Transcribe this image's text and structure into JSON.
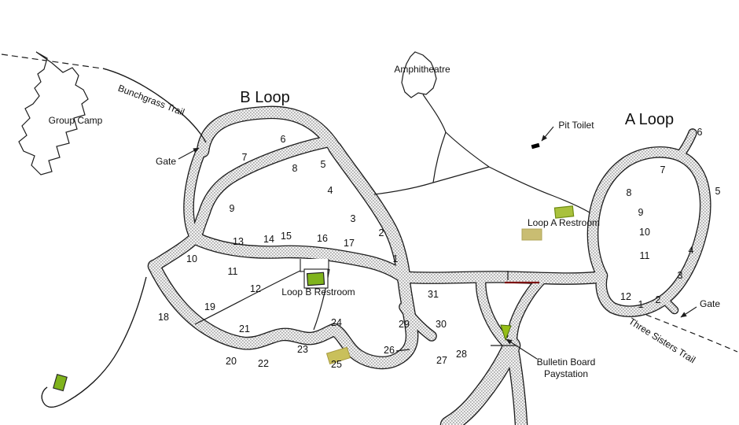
{
  "titles": {
    "b_loop": "B Loop",
    "a_loop": "A Loop"
  },
  "labels": {
    "group_camp": "Group Camp",
    "bunchgrass_trail": "Bunchgrass Trail",
    "three_sisters_trail": "Three Sisters Trail",
    "amphitheatre": "Amphitheatre",
    "pit_toilet": "Pit Toilet",
    "gate_b": "Gate",
    "gate_a": "Gate",
    "loop_a_restroom": "Loop A Restroom",
    "loop_b_restroom": "Loop B Restroom",
    "bulletin_line1": "Bulletin Board",
    "bulletin_line2": "Paystation"
  },
  "sites_b": [
    "1",
    "2",
    "3",
    "4",
    "5",
    "6",
    "7",
    "8",
    "9",
    "10",
    "11",
    "12",
    "13",
    "14",
    "15",
    "16",
    "17",
    "18",
    "19",
    "20",
    "21",
    "22",
    "23",
    "24",
    "25",
    "26",
    "27",
    "28",
    "29",
    "30",
    "31"
  ],
  "sites_a": [
    "1",
    "2",
    "3",
    "4",
    "5",
    "6",
    "7",
    "8",
    "9",
    "10",
    "11",
    "12"
  ],
  "icons": {
    "restroom_marker": "green-building-icon",
    "bulletin_marker": "green-triangle-icon",
    "pit_toilet_marker": "black-bar-icon",
    "gate_marker": "arrow-icon"
  },
  "colors": {
    "restroom_green": "#7fb31c",
    "loop_a_restroom_green": "#a9c13c",
    "bulletin_green": "#96be17",
    "structure_tan": "#c9bd72",
    "structure_yellow": "#c9c05b",
    "barrier_red": "#7b1111",
    "road_dot_gray": "#a8a8a8",
    "outline_black": "#1c1c1c"
  }
}
